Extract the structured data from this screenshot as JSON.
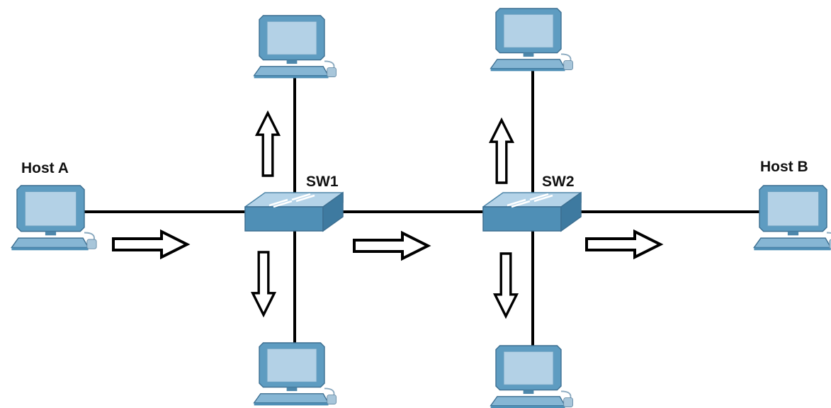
{
  "diagram": {
    "labels": {
      "host_a": "Host A",
      "host_b": "Host B",
      "sw1": "SW1",
      "sw2": "SW2"
    },
    "colors": {
      "link": "#000000",
      "screen": "#b3d1e6",
      "monitor": "#5e9cc1",
      "switch_top": "#b4d3e8",
      "switch_front": "#4f8fb6",
      "arrow_fill": "#ffffff",
      "arrow_stroke": "#000000"
    },
    "icons": {
      "host": "computer-icon",
      "switch": "network-switch-icon",
      "arrow": "flood-arrow-icon"
    }
  }
}
